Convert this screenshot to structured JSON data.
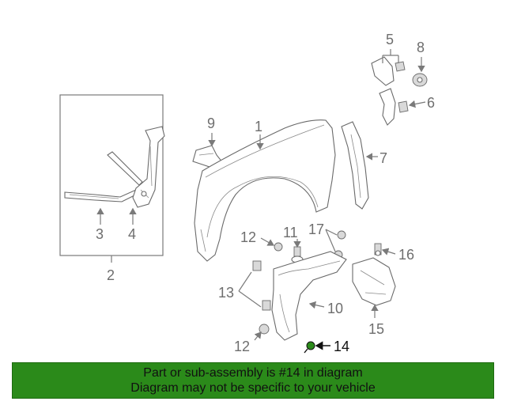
{
  "callouts": {
    "c1": "1",
    "c2": "2",
    "c3": "3",
    "c4": "4",
    "c5": "5",
    "c6": "6",
    "c7": "7",
    "c8": "8",
    "c9": "9",
    "c10": "10",
    "c11": "11",
    "c12a": "12",
    "c12b": "12",
    "c13": "13",
    "c14": "14",
    "c15": "15",
    "c16": "16",
    "c17": "17"
  },
  "highlight": {
    "part_number": "14",
    "color": "#2b8a1a"
  },
  "banner": {
    "line1": "Part or sub-assembly is #14 in diagram",
    "line2": "Diagram may not be specific to your vehicle",
    "background": "#2b8a1a"
  }
}
